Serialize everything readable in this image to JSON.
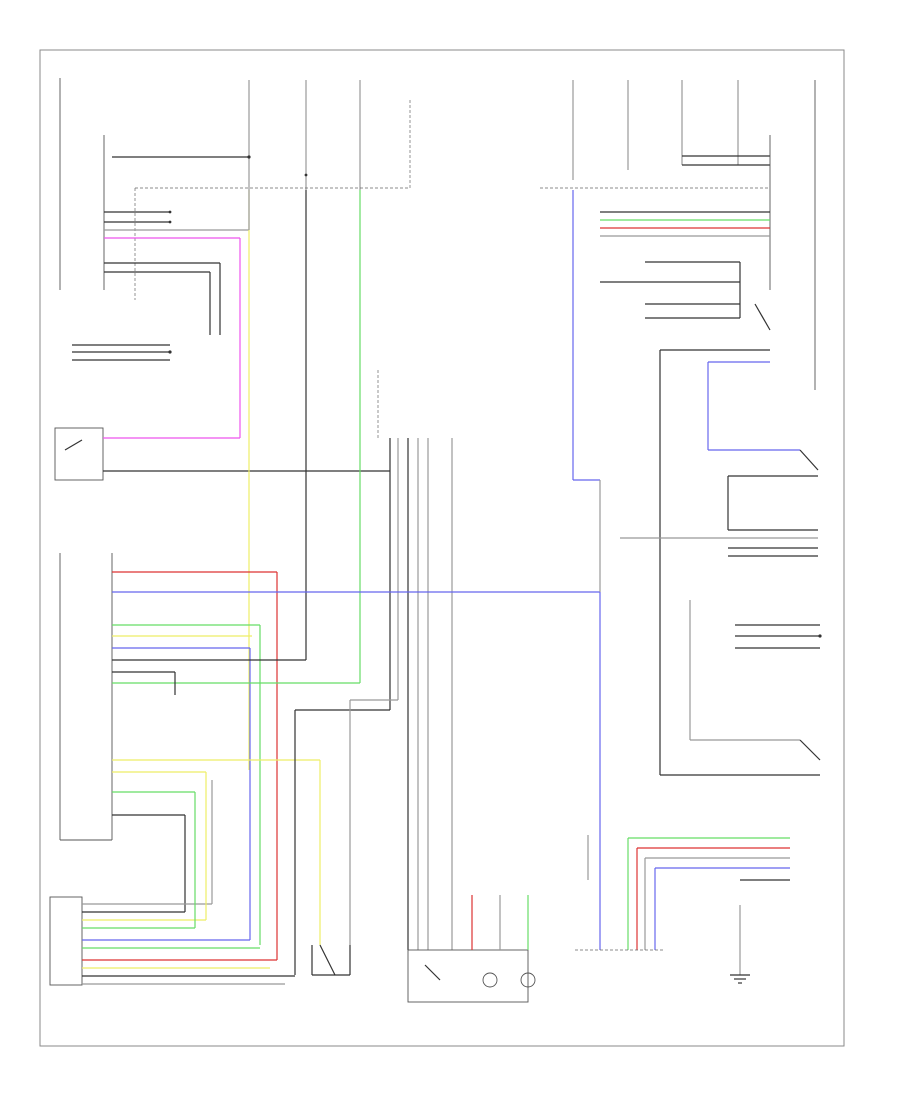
{
  "colors": {
    "black": "#333333",
    "gray": "#999999",
    "pink": "#ee55ee",
    "yellow": "#eeee66",
    "green": "#66dd66",
    "red": "#dd3333",
    "blue": "#6666ee"
  },
  "icons": [
    "switch-symbol",
    "ground-symbol",
    "lamp-symbol",
    "splice-dot"
  ]
}
